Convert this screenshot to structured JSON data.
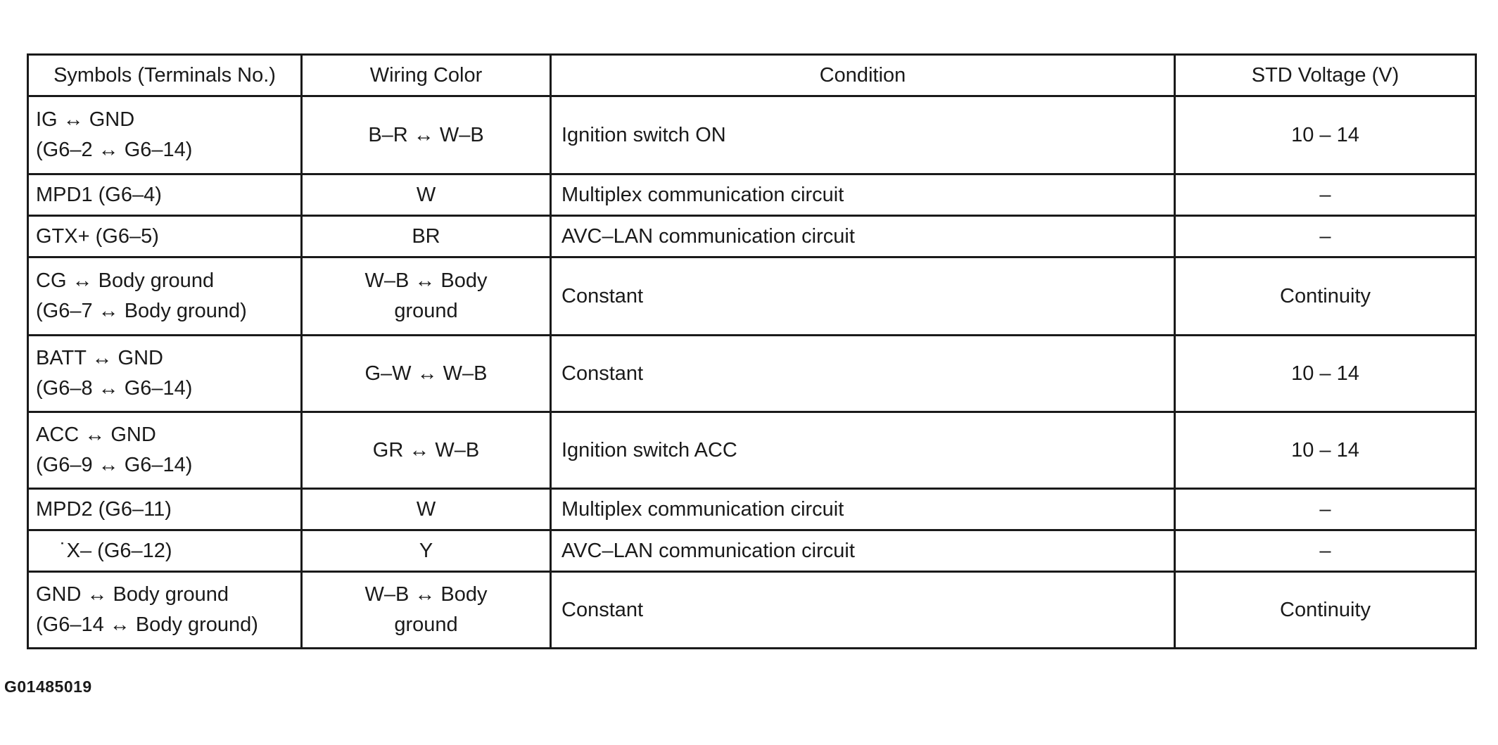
{
  "table": {
    "headers": {
      "symbols": "Symbols (Terminals No.)",
      "wiring": "Wiring Color",
      "condition": "Condition",
      "voltage": "STD Voltage (V)"
    },
    "rows": [
      {
        "symbol_line1": "IG ↔ GND",
        "symbol_line2": "(G6–2 ↔ G6–14)",
        "wiring_line1": "B–R ↔ W–B",
        "wiring_line2": "",
        "condition": "Ignition switch ON",
        "voltage": "10 – 14"
      },
      {
        "symbol_line1": "MPD1 (G6–4)",
        "symbol_line2": "",
        "wiring_line1": "W",
        "wiring_line2": "",
        "condition": "Multiplex communication circuit",
        "voltage": "–"
      },
      {
        "symbol_line1": "GTX+ (G6–5)",
        "symbol_line2": "",
        "wiring_line1": "BR",
        "wiring_line2": "",
        "condition": "AVC–LAN communication circuit",
        "voltage": "–"
      },
      {
        "symbol_line1": "CG ↔ Body ground",
        "symbol_line2": "(G6–7 ↔ Body ground)",
        "wiring_line1": "W–B ↔ Body",
        "wiring_line2": "ground",
        "condition": "Constant",
        "voltage": "Continuity"
      },
      {
        "symbol_line1": "BATT ↔ GND",
        "symbol_line2": "(G6–8 ↔ G6–14)",
        "wiring_line1": "G–W ↔ W–B",
        "wiring_line2": "",
        "condition": "Constant",
        "voltage": "10 – 14"
      },
      {
        "symbol_line1": "ACC ↔ GND",
        "symbol_line2": "(G6–9 ↔ G6–14)",
        "wiring_line1": "GR ↔ W–B",
        "wiring_line2": "",
        "condition": "Ignition switch ACC",
        "voltage": "10 – 14"
      },
      {
        "symbol_line1": "MPD2 (G6–11)",
        "symbol_line2": "",
        "wiring_line1": "W",
        "wiring_line2": "",
        "condition": "Multiplex communication circuit",
        "voltage": "–"
      },
      {
        "symbol_line1": "˙X– (G6–12)",
        "symbol_line2": "",
        "wiring_line1": "Y",
        "wiring_line2": "",
        "condition": "AVC–LAN communication circuit",
        "voltage": "–"
      },
      {
        "symbol_line1": "GND ↔ Body ground",
        "symbol_line2": "(G6–14 ↔ Body ground)",
        "wiring_line1": "W–B ↔ Body",
        "wiring_line2": "ground",
        "condition": "Constant",
        "voltage": "Continuity"
      }
    ]
  },
  "figure_id": "G01485019"
}
